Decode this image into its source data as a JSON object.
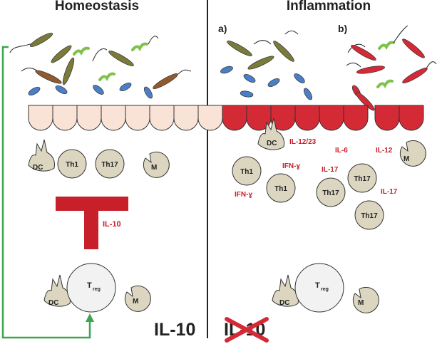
{
  "titles": {
    "left": "Homeostasis",
    "right": "Inflammation"
  },
  "panels": {
    "a": "a)",
    "b": "b)"
  },
  "cells": {
    "th1": "Th1",
    "th17": "Th17",
    "macrophage": "M",
    "dc": "DC",
    "treg_main": "T",
    "treg_sub": "reg"
  },
  "cytokines": {
    "il10_block": "IL-10",
    "il12_23": "IL-12/23",
    "ifn_g": "IFN-ɣ",
    "il6": "IL-6",
    "il17": "IL-17",
    "il12": "IL-12"
  },
  "bottom": {
    "left": "IL-10",
    "right": "IL-10"
  },
  "colors": {
    "healthy_epithelium": "#f9e3d6",
    "inflamed_epithelium": "#d42a36",
    "cell_fill": "#dcd6c1",
    "treg_fill": "#f2f2f2",
    "cytokine_red": "#c8202a",
    "feedback_arrow": "#3aa64f",
    "bacteria_olive": "#7a7a3a",
    "bacteria_brown": "#8f5a2e",
    "bacteria_blue": "#4a7fc8",
    "bacteria_green": "#7fc24a"
  }
}
